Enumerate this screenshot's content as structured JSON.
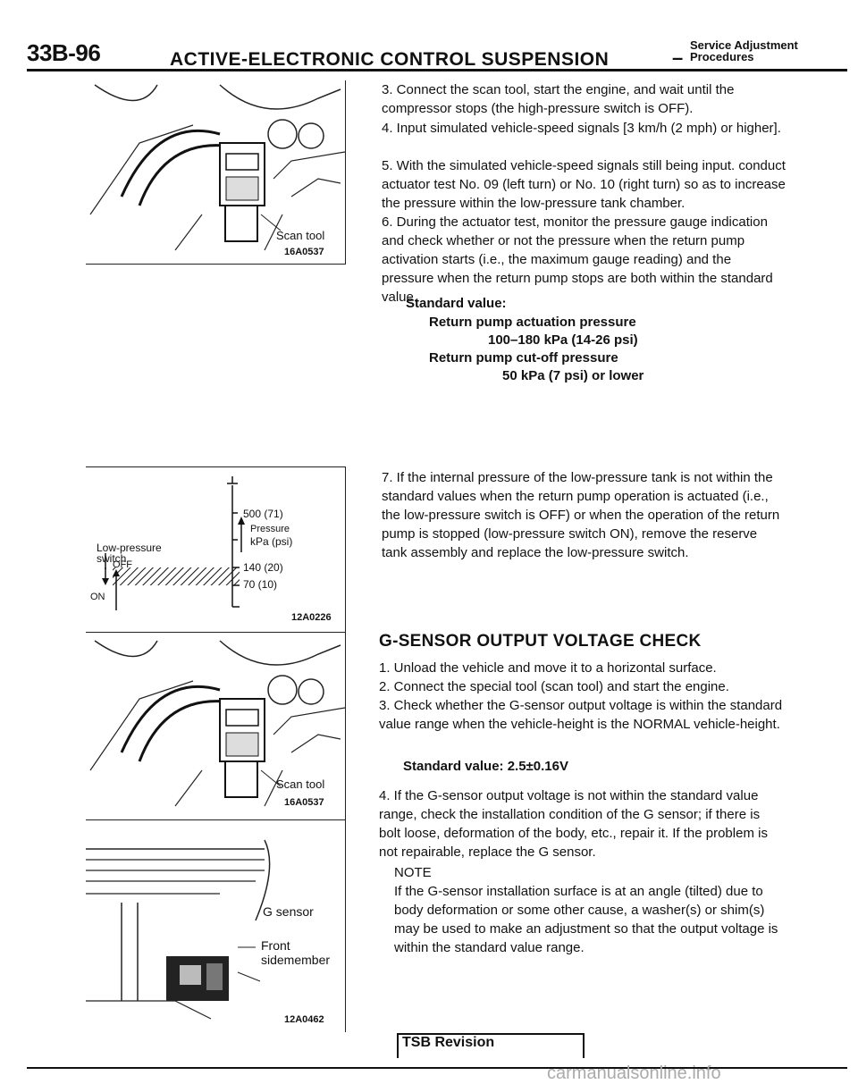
{
  "header": {
    "page_number": "33B-96",
    "title": "ACTIVE-ELECTRONIC CONTROL SUSPENSION",
    "dash": "–",
    "subtitle_line1": "Service Adjustment",
    "subtitle_line2": "Procedures"
  },
  "figures": {
    "fig1": {
      "label": "Scan tool",
      "code": "16A0537"
    },
    "fig2": {
      "top_value": "500 (71)",
      "pressure_label": "Pressure",
      "unit_label": "kPa (psi)",
      "switch_label": "Low-pressure switch",
      "off_label": "OFF",
      "on_label": "ON",
      "mid_value": "140 (20)",
      "low_value": "70 (10)",
      "code": "12A0226"
    },
    "fig3": {
      "label": "Scan tool",
      "code": "16A0537"
    },
    "fig4": {
      "label1": "G sensor",
      "label2": "Front sidemember",
      "code": "12A0462"
    }
  },
  "section1": {
    "step3": "3. Connect the scan tool, start the engine, and wait until the compressor stops (the high-pressure switch is OFF).",
    "step4": "4. Input simulated vehicle-speed signals [3 km/h (2 mph) or higher].",
    "step5": "5. With the simulated vehicle-speed signals still being input. conduct actuator test No. 09 (left turn) or No. 10 (right turn) so as to increase the pressure within the low-pressure tank chamber.",
    "step6": "6. During the actuator test, monitor the pressure gauge indication and check whether or not the pressure when the return pump activation starts (i.e., the maximum gauge reading) and the pressure when the return pump stops are both within the standard value.",
    "std_label": "Standard value:",
    "std_line1": "Return pump actuation pressure",
    "std_line2": "100–180 kPa (14-26 psi)",
    "std_line3": "Return pump cut-off pressure",
    "std_line4": "50 kPa (7 psi) or lower",
    "step7": "7. If the internal pressure of the low-pressure tank is not within the standard values when the return pump operation is actuated (i.e., the low-pressure switch is OFF) or when the operation of the return pump is stopped (low-pressure switch ON), remove the reserve tank assembly and replace the low-pressure switch."
  },
  "section2": {
    "heading": "G-SENSOR OUTPUT VOLTAGE CHECK",
    "step1": "1. Unload the vehicle and move it to a horizontal surface.",
    "step2": "2. Connect the special tool (scan tool) and start the engine.",
    "step3": "3. Check whether the G-sensor output voltage is within the standard value range when the vehicle-height is the NORMAL vehicle-height.",
    "std": "Standard value: 2.5±0.16V",
    "step4": "4. If the G-sensor output voltage is not within the standard value range, check the installation condition of the G sensor; if there is bolt loose, deformation of the body, etc., repair it. If the problem is not repairable, replace the G sensor.",
    "note_label": "NOTE",
    "note": "If the G-sensor installation surface is at an angle (tilted) due to body deformation or some other cause, a washer(s) or shim(s) may be used to make an adjustment so that the output voltage is within the standard value range."
  },
  "footer": {
    "label": "TSB Revision",
    "watermark": "carmanualsonline.info"
  }
}
